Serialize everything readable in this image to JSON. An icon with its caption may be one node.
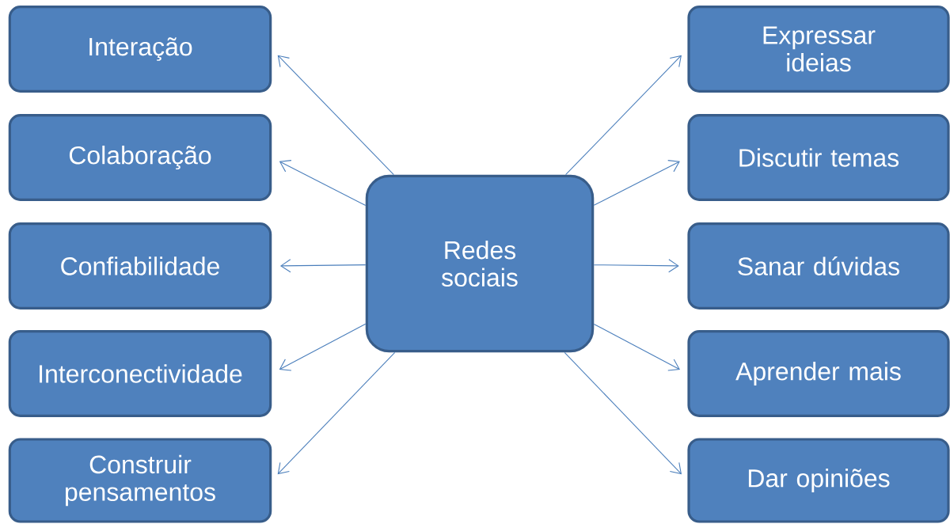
{
  "diagram": {
    "nodes": [
      {
        "text": [
          "Redes sociais"
        ]
      },
      {
        "text": [
          "Interação"
        ]
      },
      {
        "text": [
          "Colaboração"
        ]
      },
      {
        "text": [
          "Confiabilidade"
        ]
      },
      {
        "text": [
          "Interconectividade"
        ]
      },
      {
        "text": [
          "Construir pensamentos"
        ]
      },
      {
        "text": [
          "Expressar ideias"
        ]
      },
      {
        "text": [
          "Discutir temas"
        ]
      },
      {
        "text": [
          "Sanar dúvidas"
        ]
      },
      {
        "text": [
          "Aprender mais"
        ]
      },
      {
        "text": [
          "Dar opiniões"
        ]
      }
    ],
    "edges": [
      {
        "from": 0,
        "to": 1,
        "arrow": "to"
      },
      {
        "from": 0,
        "to": 2,
        "arrow": "to"
      },
      {
        "from": 0,
        "to": 3,
        "arrow": "to"
      },
      {
        "from": 0,
        "to": 4,
        "arrow": "to"
      },
      {
        "from": 0,
        "to": 5,
        "arrow": "to"
      },
      {
        "from": 0,
        "to": 6,
        "arrow": "to"
      },
      {
        "from": 0,
        "to": 7,
        "arrow": "to"
      },
      {
        "from": 0,
        "to": 8,
        "arrow": "to"
      },
      {
        "from": 0,
        "to": 9,
        "arrow": "to"
      },
      {
        "from": 0,
        "to": 10,
        "arrow": "to"
      }
    ]
  }
}
